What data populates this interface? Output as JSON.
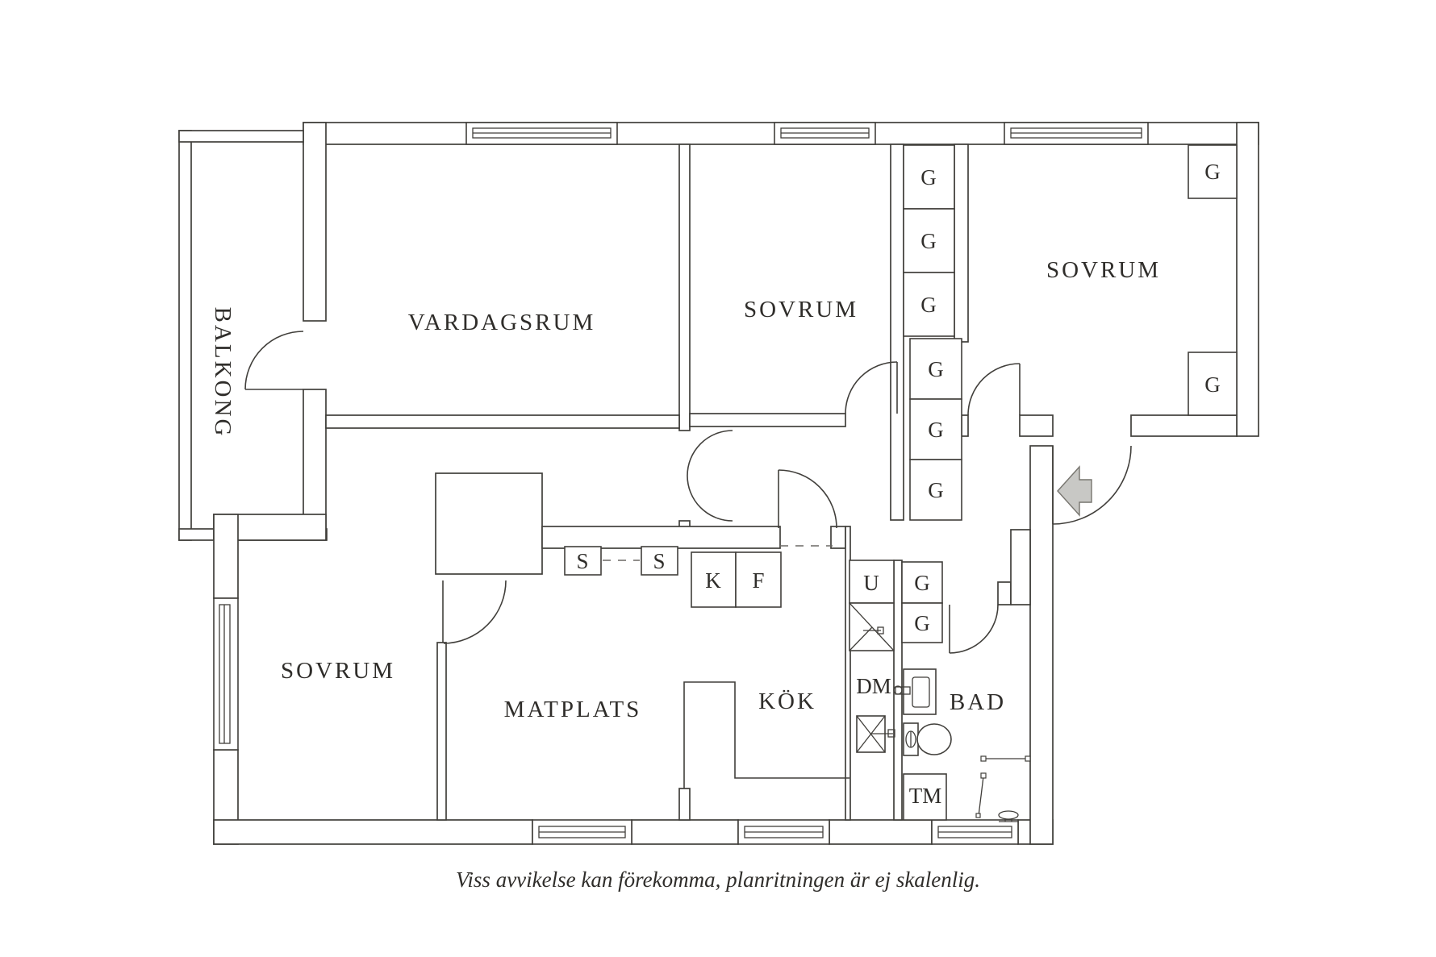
{
  "floorplan": {
    "rooms": {
      "vardagsrum": "VARDAGSRUM",
      "sovrum_mid": "SOVRUM",
      "sovrum_right": "SOVRUM",
      "sovrum_bottom": "SOVRUM",
      "matplats": "MATPLATS",
      "kok": "KÖK",
      "bad": "BAD",
      "balkong": "BALKONG"
    },
    "units": {
      "wardrobe": "G",
      "shelf": "S",
      "fridge": "K",
      "freezer": "F",
      "oven": "U",
      "dishwasher": "DM",
      "washing_machine": "TM"
    },
    "caption": "Viss avvikelse kan förekomma, planritningen är ej skalenlig.",
    "colors": {
      "line": "#413f3b",
      "entry_arrow_fill": "#c8c8c5",
      "entry_arrow_stroke": "#77756f"
    }
  }
}
